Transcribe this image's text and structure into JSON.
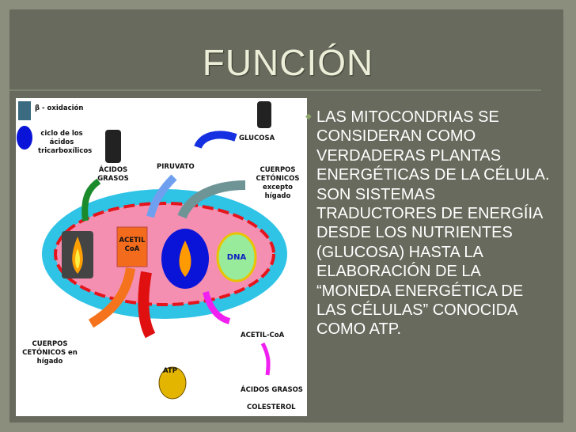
{
  "slide": {
    "title": "FUNCIÓN",
    "body": "LAS MITOCONDRIAS SE CONSIDERAN COMO VERDADERAS PLANTAS ENERGÉTICAS DE LA CÉLULA.  SON SISTEMAS TRADUCTORES DE ENERGÍIA DESDE LOS NUTRIENTES (GLUCOSA) HASTA LA ELABORACIÓN DE LA “MONEDA ENERGÉTICA DE LAS CÉLULAS” CONOCIDA COMO ATP."
  },
  "diagram": {
    "legend_beta": "β  - oxidación",
    "legend_cycle": "ciclo de los ácidos tricarboxílicos",
    "glucosa": "GLUCOSA",
    "acidos_grasos_in": "ÁCIDOS GRASOS",
    "piruvato": "PIRUVATO",
    "cuerpos_excepto": "CUERPOS CETÓNICOS excepto hígado",
    "acetil_coa_box": "ACETIL CoA",
    "dna": "DNA",
    "cuerpos_higado": "CUERPOS CETÓNICOS en hígado",
    "atp": "ATP",
    "acetil_coa_out": "ACETIL-CoA",
    "acidos_grasos_out": "ÁCIDOS GRASOS",
    "colesterol": "COLESTEROL"
  },
  "colors": {
    "background": "#676a5c",
    "border": "#8b8d7d",
    "title": "#eceed8",
    "text": "#ffffff"
  }
}
